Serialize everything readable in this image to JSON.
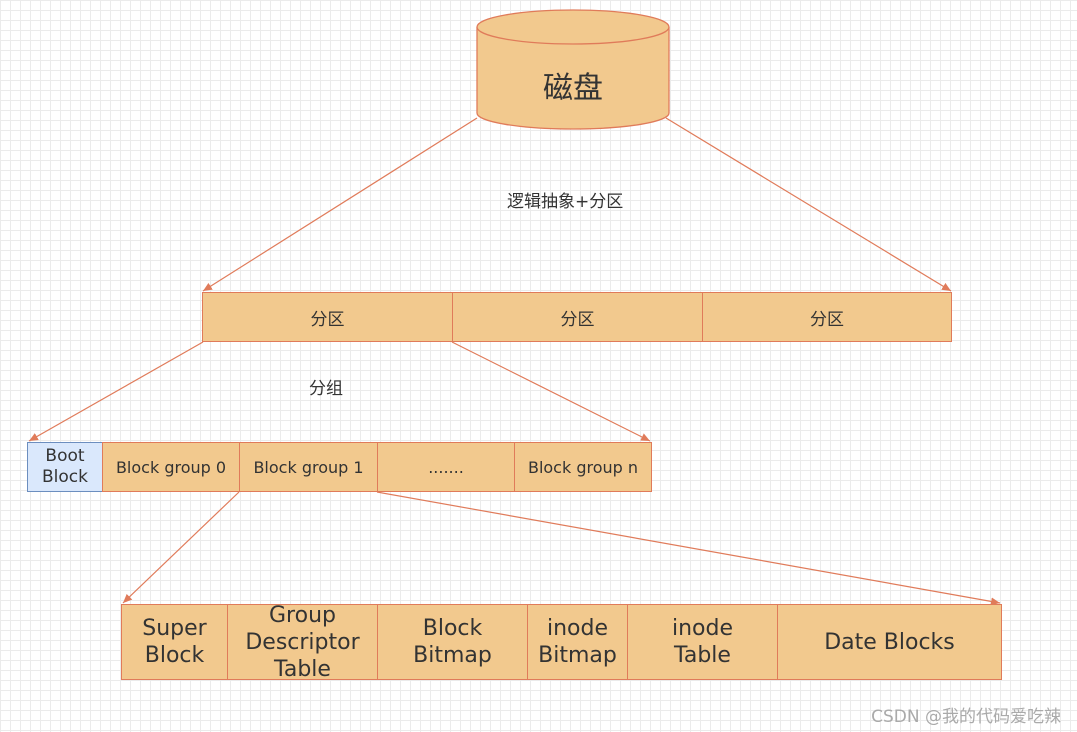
{
  "disk": {
    "label": "磁盘"
  },
  "labels": {
    "logical": "逻辑抽象+分区",
    "grouping": "分组"
  },
  "partitions": [
    "分区",
    "分区",
    "分区"
  ],
  "groups": {
    "boot": "Boot\nBlock",
    "items": [
      "Block group 0",
      "Block group 1",
      ".......",
      "Block group n"
    ]
  },
  "details": [
    "Super\nBlock",
    "Group\nDescriptor\nTable",
    "Block\nBitmap",
    "inode\nBitmap",
    "inode\nTable",
    "Date Blocks"
  ],
  "watermark": "CSDN @我的代码爱吃辣",
  "colors": {
    "fill": "#f2c98e",
    "stroke": "#e07b5a",
    "boot_fill": "#dae8fc",
    "boot_stroke": "#6c8ebf"
  }
}
